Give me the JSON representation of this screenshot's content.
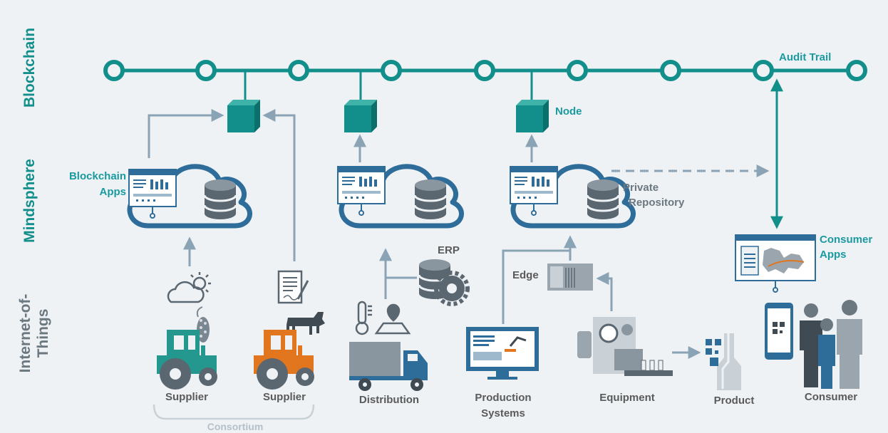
{
  "layers": {
    "blockchain": "Blockchain",
    "mindsphere": "Mindsphere",
    "iot_line1": "Internet-of-",
    "iot_line2": "Things"
  },
  "labels": {
    "audit_trail": "Audit Trail",
    "node": "Node",
    "blockchain_apps_line1": "Blockchain",
    "blockchain_apps_line2": "Apps",
    "private_repo_line1": "Private",
    "private_repo_line2": "Repository",
    "consumer_apps_line1": "Consumer",
    "consumer_apps_line2": "Apps",
    "erp": "ERP",
    "edge": "Edge"
  },
  "actors": {
    "supplier1": "Supplier",
    "supplier2": "Supplier",
    "consortium": "Consortium",
    "distribution": "Distribution",
    "production_line1": "Production",
    "production_line2": "Systems",
    "equipment": "Equipment",
    "product": "Product",
    "consumer": "Consumer"
  },
  "colors": {
    "teal": "#128f8b",
    "teal_dark": "#0b6f6c",
    "teal_label": "#1a9aa0",
    "cloud_blue": "#2e6c9a",
    "gray_text": "#5a5a5a",
    "arrow_gray": "#8aa3b5",
    "tractor_green": "#24978f",
    "tractor_orange": "#e1761f",
    "bg": "#eef2f5"
  }
}
